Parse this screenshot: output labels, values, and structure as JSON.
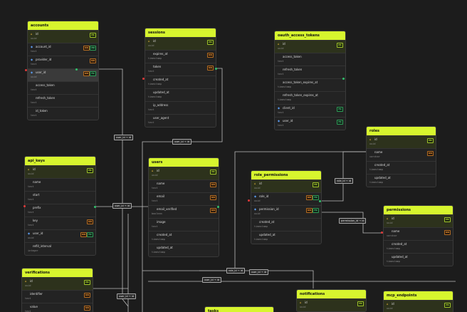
{
  "diagram": {
    "tables": [
      {
        "id": "accounts",
        "title": "accounts",
        "fields": [
          {
            "name": "id",
            "type": "uuid",
            "icon": "key",
            "badges": [
              "PK"
            ],
            "pk": true
          },
          {
            "name": "account_id",
            "type": "text",
            "icon": "dot",
            "badges": [
              "NN",
              "UNI"
            ]
          },
          {
            "name": "provider_id",
            "type": "text",
            "icon": "dot",
            "badges": [
              "NN"
            ]
          },
          {
            "name": "user_id",
            "type": "uuid",
            "icon": "fk",
            "badges": [
              "NN",
              "FK"
            ],
            "hl": true
          },
          {
            "name": "access_token",
            "type": "text"
          },
          {
            "name": "refresh_token",
            "type": "text"
          },
          {
            "name": "id_token",
            "type": "text"
          }
        ]
      },
      {
        "id": "sessions",
        "title": "sessions",
        "fields": [
          {
            "name": "id",
            "type": "uuid",
            "icon": "key",
            "badges": [
              "PK"
            ],
            "pk": true
          },
          {
            "name": "expires_at",
            "type": "timestamp",
            "badges": [
              "NN"
            ]
          },
          {
            "name": "token",
            "type": "text",
            "badges": [
              "NN"
            ]
          },
          {
            "name": "created_at",
            "type": "timestamp"
          },
          {
            "name": "updated_at",
            "type": "timestamp"
          },
          {
            "name": "ip_address",
            "type": "text"
          },
          {
            "name": "user_agent",
            "type": "text"
          }
        ]
      },
      {
        "id": "oauth",
        "title": "oauth_access_tokens",
        "fields": [
          {
            "name": "id",
            "type": "uuid",
            "icon": "key",
            "badges": [
              "PK"
            ],
            "pk": true
          },
          {
            "name": "access_token",
            "type": "text"
          },
          {
            "name": "refresh_token",
            "type": "text"
          },
          {
            "name": "access_token_expires_at",
            "type": "timestamp"
          },
          {
            "name": "refresh_token_expires_at",
            "type": "timestamp"
          },
          {
            "name": "client_id",
            "type": "text",
            "icon": "fk",
            "badges": [
              "FK"
            ]
          },
          {
            "name": "user_id",
            "type": "text",
            "icon": "fk",
            "badges": [
              "FK"
            ]
          }
        ]
      },
      {
        "id": "roles",
        "title": "roles",
        "fields": [
          {
            "name": "id",
            "type": "uuid",
            "icon": "key",
            "badges": [
              "PK"
            ],
            "pk": true
          },
          {
            "name": "name",
            "type": "varchar",
            "badges": [
              "NN"
            ]
          },
          {
            "name": "created_at",
            "type": "timestamp"
          },
          {
            "name": "updated_at",
            "type": "timestamp"
          }
        ]
      },
      {
        "id": "api_keys",
        "title": "api_keys",
        "fields": [
          {
            "name": "id",
            "type": "uuid",
            "icon": "key",
            "badges": [
              "PK"
            ],
            "pk": true
          },
          {
            "name": "name",
            "type": "text"
          },
          {
            "name": "start",
            "type": "text"
          },
          {
            "name": "prefix",
            "type": "text"
          },
          {
            "name": "key",
            "type": "text",
            "badges": [
              "NN"
            ]
          },
          {
            "name": "user_id",
            "type": "uuid",
            "icon": "fk",
            "badges": [
              "NN",
              "FK"
            ]
          },
          {
            "name": "refill_interval",
            "type": "integer"
          }
        ]
      },
      {
        "id": "users",
        "title": "users",
        "fields": [
          {
            "name": "id",
            "type": "uuid",
            "icon": "key",
            "badges": [
              "PK"
            ],
            "pk": true
          },
          {
            "name": "name",
            "type": "text",
            "badges": [
              "NN"
            ]
          },
          {
            "name": "email",
            "type": "text",
            "badges": [
              "NN"
            ]
          },
          {
            "name": "email_verified",
            "type": "boolean",
            "badges": [
              "NN"
            ]
          },
          {
            "name": "image",
            "type": "text"
          },
          {
            "name": "created_at",
            "type": "timestamp"
          },
          {
            "name": "updated_at",
            "type": "timestamp"
          }
        ]
      },
      {
        "id": "role_permissions",
        "title": "role_permissions",
        "fields": [
          {
            "name": "id",
            "type": "uuid",
            "icon": "key",
            "badges": [
              "PK"
            ],
            "pk": true
          },
          {
            "name": "role_id",
            "type": "uuid",
            "icon": "fk",
            "badges": [
              "NN",
              "FK"
            ]
          },
          {
            "name": "permission_id",
            "type": "uuid",
            "icon": "fk",
            "badges": [
              "NN",
              "FK"
            ]
          },
          {
            "name": "created_at",
            "type": "timestamp"
          },
          {
            "name": "updated_at",
            "type": "timestamp"
          }
        ]
      },
      {
        "id": "permissions",
        "title": "permissions",
        "fields": [
          {
            "name": "id",
            "type": "uuid",
            "icon": "key",
            "badges": [
              "PK"
            ],
            "pk": true
          },
          {
            "name": "name",
            "type": "varchar",
            "badges": [
              "NN"
            ]
          },
          {
            "name": "created_at",
            "type": "timestamp"
          },
          {
            "name": "updated_at",
            "type": "timestamp"
          }
        ]
      },
      {
        "id": "verifications",
        "title": "verifications",
        "fields": [
          {
            "name": "id",
            "type": "uuid",
            "icon": "key",
            "badges": [
              "PK"
            ],
            "pk": true
          },
          {
            "name": "identifier",
            "type": "text",
            "badges": [
              "NN"
            ]
          },
          {
            "name": "value",
            "type": "text",
            "badges": [
              "NN"
            ]
          }
        ]
      },
      {
        "id": "tasks",
        "title": "tasks",
        "fields": []
      },
      {
        "id": "notifications",
        "title": "notifications",
        "fields": [
          {
            "name": "id",
            "type": "uuid",
            "icon": "key",
            "badges": [
              "PK"
            ],
            "pk": true
          }
        ]
      },
      {
        "id": "mcp_endpoints",
        "title": "mcp_endpoints",
        "fields": [
          {
            "name": "id",
            "type": "uuid",
            "icon": "key",
            "badges": [
              "PK"
            ],
            "pk": true
          }
        ]
      }
    ],
    "edge_labels": [
      "user_id → id",
      "user_id → id",
      "user_id → id",
      "user_id → id",
      "role_id → id",
      "permission_id → id",
      "role_id → id",
      "user_id → id",
      "user_id → id"
    ],
    "colors": {
      "accent": "#d7f52e",
      "edge": "#bdbdbd",
      "fk_dot": "#e03a3a",
      "pk_dot": "#30c06a"
    }
  }
}
